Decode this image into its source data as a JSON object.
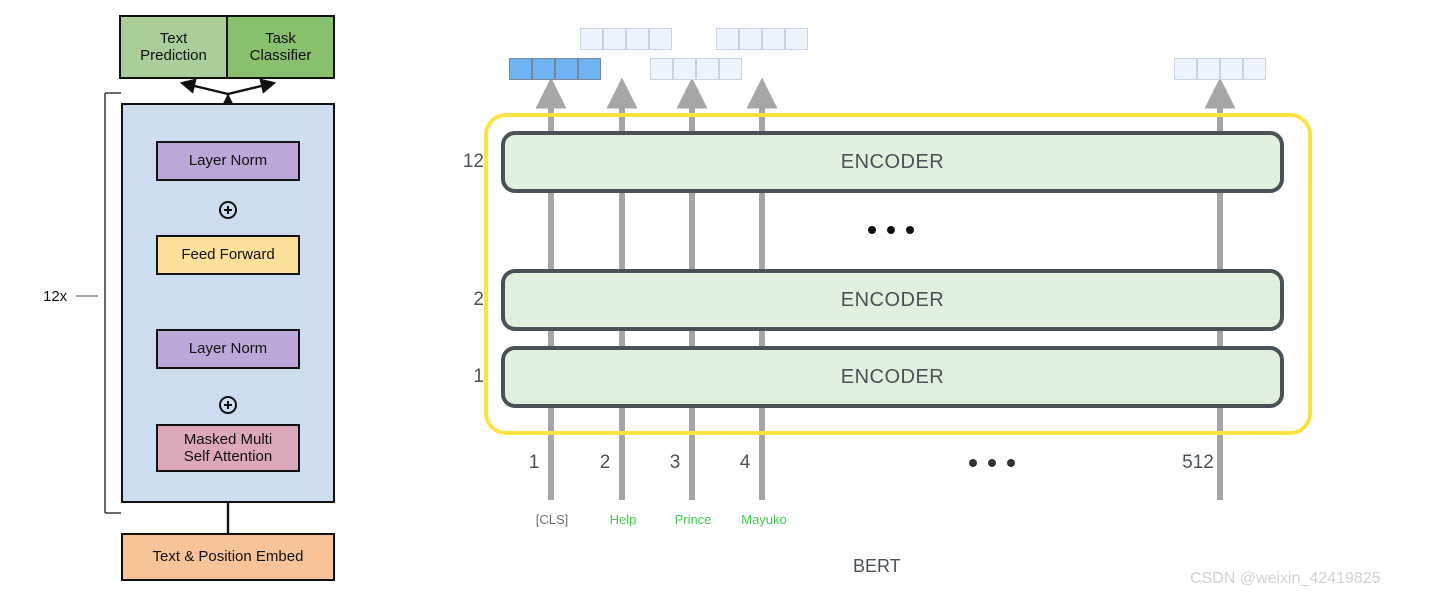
{
  "left_panel": {
    "name": "transformer-decoder-block",
    "heads": [
      {
        "id": "text-prediction",
        "label": "Text\nPrediction",
        "line1": "Text",
        "line2": "Prediction",
        "color": "#A9CE9A"
      },
      {
        "id": "task-classifier",
        "label": "Task\nClassifier",
        "line1": "Task",
        "line2": "Classifier",
        "color": "#89C06E"
      }
    ],
    "repeat_label": "12x",
    "blocks": [
      {
        "id": "layer-norm-top",
        "label": "Layer Norm",
        "color": "#BCA8D6"
      },
      {
        "id": "feed-forward",
        "label": "Feed Forward",
        "color": "#FBE09A"
      },
      {
        "id": "layer-norm-bottom",
        "label": "Layer Norm",
        "color": "#BCA8D6"
      },
      {
        "id": "masked-multi-self-attention",
        "line1": "Masked Multi",
        "line2": "Self Attention",
        "color": "#DCA9BA"
      }
    ],
    "embed": {
      "id": "text-position-embed",
      "label": "Text & Position Embed",
      "color": "#F7C49A"
    },
    "residual_add_symbol": "+",
    "container_color": "#CBDDEF"
  },
  "right_panel": {
    "name": "bert-stack",
    "title": "BERT",
    "frame_color": "#FCE340",
    "encoder_color": "#DFF0DE",
    "encoder_border_color": "#4A5258",
    "encoders": [
      {
        "index_label": "12",
        "label": "ENCODER"
      },
      {
        "index_label": "2",
        "label": "ENCODER"
      },
      {
        "index_label": "1",
        "label": "ENCODER"
      }
    ],
    "stack_ellipsis": "• • •",
    "output_vectors": [
      {
        "id": "out-1",
        "cells": 4,
        "filled": true,
        "color": "#6FB4F2"
      },
      {
        "id": "out-2",
        "cells": 4,
        "filled": false,
        "color": "#EEF4FC"
      },
      {
        "id": "out-3",
        "cells": 4,
        "filled": false,
        "color": "#EEF4FC"
      },
      {
        "id": "out-4",
        "cells": 4,
        "filled": false,
        "color": "#EEF4FC"
      },
      {
        "id": "out-512",
        "cells": 4,
        "filled": false,
        "color": "#EEF4FC"
      }
    ],
    "positions": [
      "1",
      "2",
      "3",
      "4",
      "512"
    ],
    "position_ellipsis": "• • •",
    "tokens": [
      {
        "text": "[CLS]",
        "kind": "special"
      },
      {
        "text": "Help",
        "kind": "word"
      },
      {
        "text": "Prince",
        "kind": "word"
      },
      {
        "text": "Mayuko",
        "kind": "word"
      }
    ]
  },
  "watermark": {
    "text": "CSDN @weixin_42419825",
    "color": "#D2D2D2"
  }
}
